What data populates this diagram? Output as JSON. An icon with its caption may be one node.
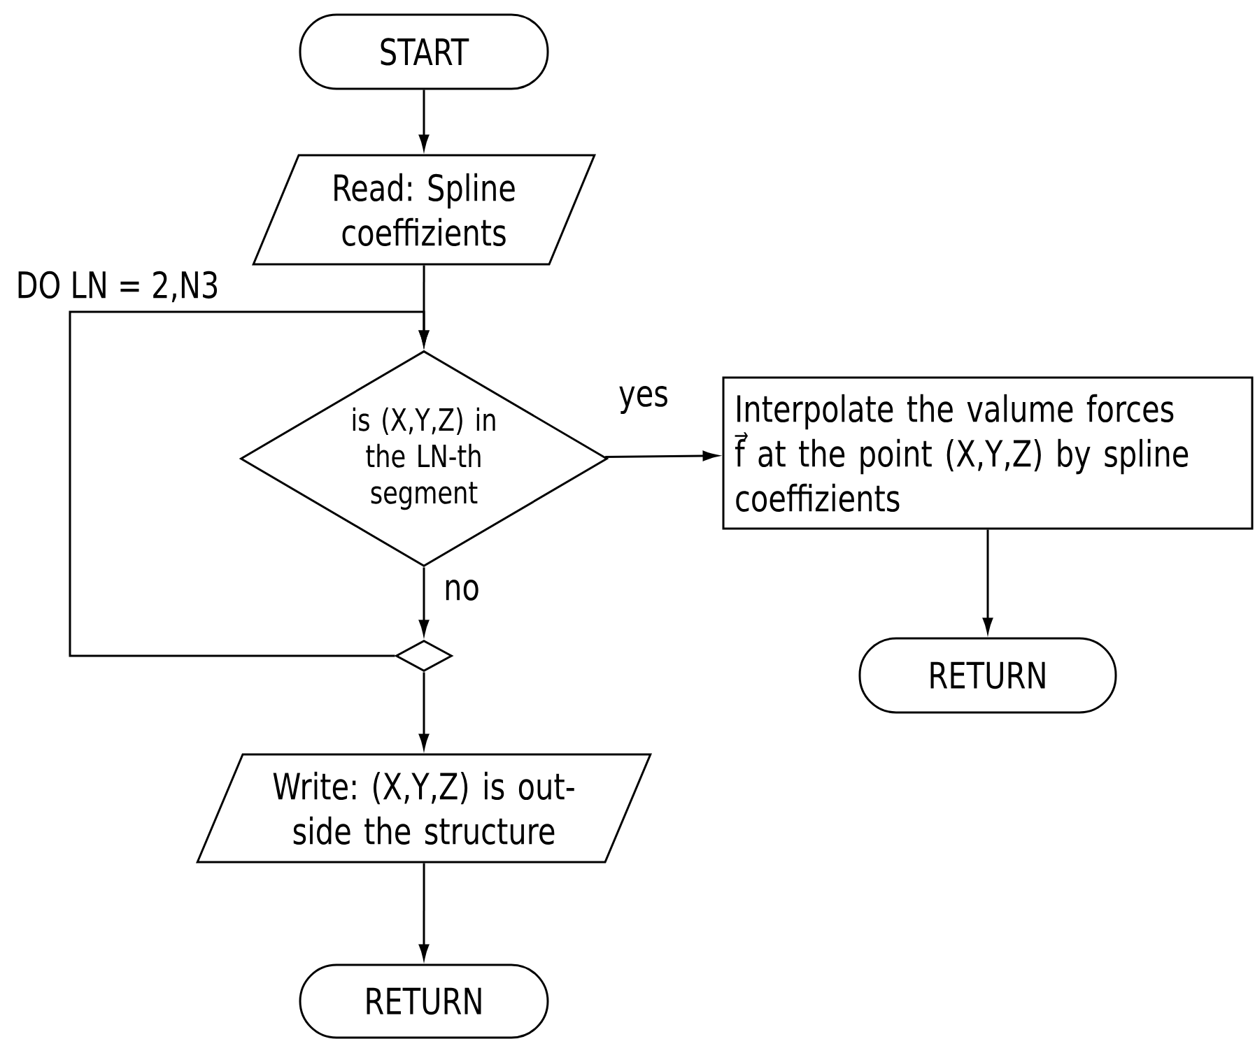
{
  "diagram": {
    "nodes": [
      {
        "text": [
          "START"
        ]
      },
      {
        "text": [
          "Read: Spline coeffizients"
        ]
      },
      {
        "text": [
          "is (X,Y,Z) in the LN-th segment"
        ]
      },
      {
        "text": [],
        "shape": "diamond"
      },
      {
        "text": [
          "Write: (X,Y,Z) is out- side the structure"
        ]
      },
      {
        "text": [
          "RETURN"
        ]
      },
      {
        "text": [
          "Interpolate the valume forces f⃗ at the point (X,Y,Z) by spline coeffizients"
        ]
      },
      {
        "text": [
          "RETURN"
        ]
      }
    ],
    "edges": [
      {
        "from": 0,
        "to": 1,
        "arrow": "to"
      },
      {
        "from": 1,
        "to": 2,
        "arrow": "to"
      },
      {
        "from": 2,
        "to": 6,
        "arrow": "to",
        "label": "yes"
      },
      {
        "from": 2,
        "to": 3,
        "arrow": "to",
        "label": "no"
      },
      {
        "from": 3,
        "to": 2,
        "arrow": "to",
        "label": "DO LN = 2,N3"
      },
      {
        "from": 3,
        "to": 4,
        "arrow": "to"
      },
      {
        "from": 4,
        "to": 5,
        "arrow": "to"
      },
      {
        "from": 6,
        "to": 7,
        "arrow": "to"
      }
    ]
  }
}
